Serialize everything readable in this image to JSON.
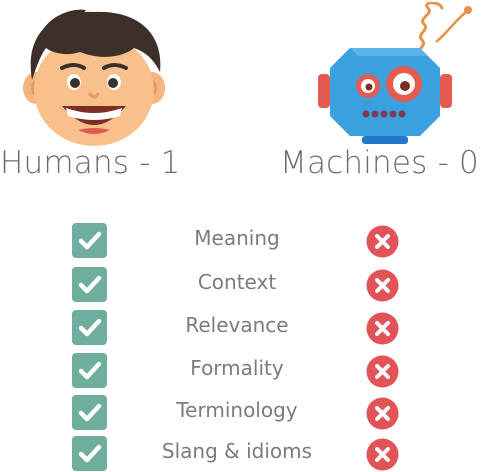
{
  "scores": {
    "humans": "Humans - 1",
    "machines": "Machines - 0"
  },
  "colors": {
    "check_bg": "#6fae9c",
    "cross_bg": "#e25357",
    "text": "#6b6b6b",
    "robot_body": "#3aa0de",
    "robot_ears": "#e45b4f",
    "spring": "#e8934a"
  },
  "icons": {
    "human": "smiling-boy-icon",
    "robot": "robot-head-icon",
    "check": "checkmark-icon",
    "cross": "cross-icon"
  },
  "criteria": [
    {
      "label": "Meaning",
      "humans": true,
      "machines": false
    },
    {
      "label": "Context",
      "humans": true,
      "machines": false
    },
    {
      "label": "Relevance",
      "humans": true,
      "machines": false
    },
    {
      "label": "Formality",
      "humans": true,
      "machines": false
    },
    {
      "label": "Terminology",
      "humans": true,
      "machines": false
    },
    {
      "label": "Slang & idioms",
      "humans": true,
      "machines": false
    }
  ]
}
